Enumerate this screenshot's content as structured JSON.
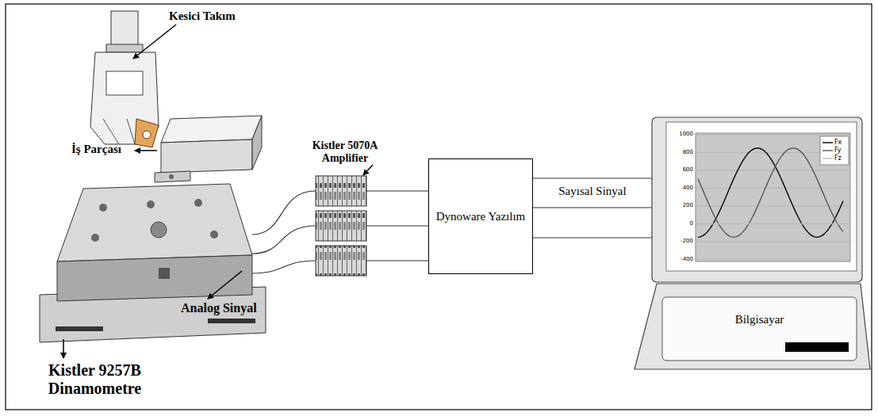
{
  "diagram": {
    "nodes": [
      {
        "text": [
          "Dynoware Yazılım"
        ]
      },
      {
        "text": [
          "Bilgisayar"
        ]
      }
    ],
    "edges": [
      {
        "from": 0,
        "to": 1,
        "arrow": "none",
        "label": "Sayısal Sinyal"
      },
      {
        "from": 0,
        "to": 1,
        "arrow": "none"
      },
      {
        "from": 0,
        "to": 1,
        "arrow": "none"
      }
    ],
    "labels": [
      "Kesici Takım",
      "İş Parçası",
      "Kistler 5070A Amplifier",
      "Kistler 9257B Dinamometre",
      "Analog Sinyal",
      "1000",
      "800",
      "600",
      "400",
      "200",
      "0",
      "-200",
      "-400"
    ],
    "legend": [
      {
        "text": "Fx"
      },
      {
        "text": "Fy"
      },
      {
        "text": "Fz"
      }
    ]
  }
}
